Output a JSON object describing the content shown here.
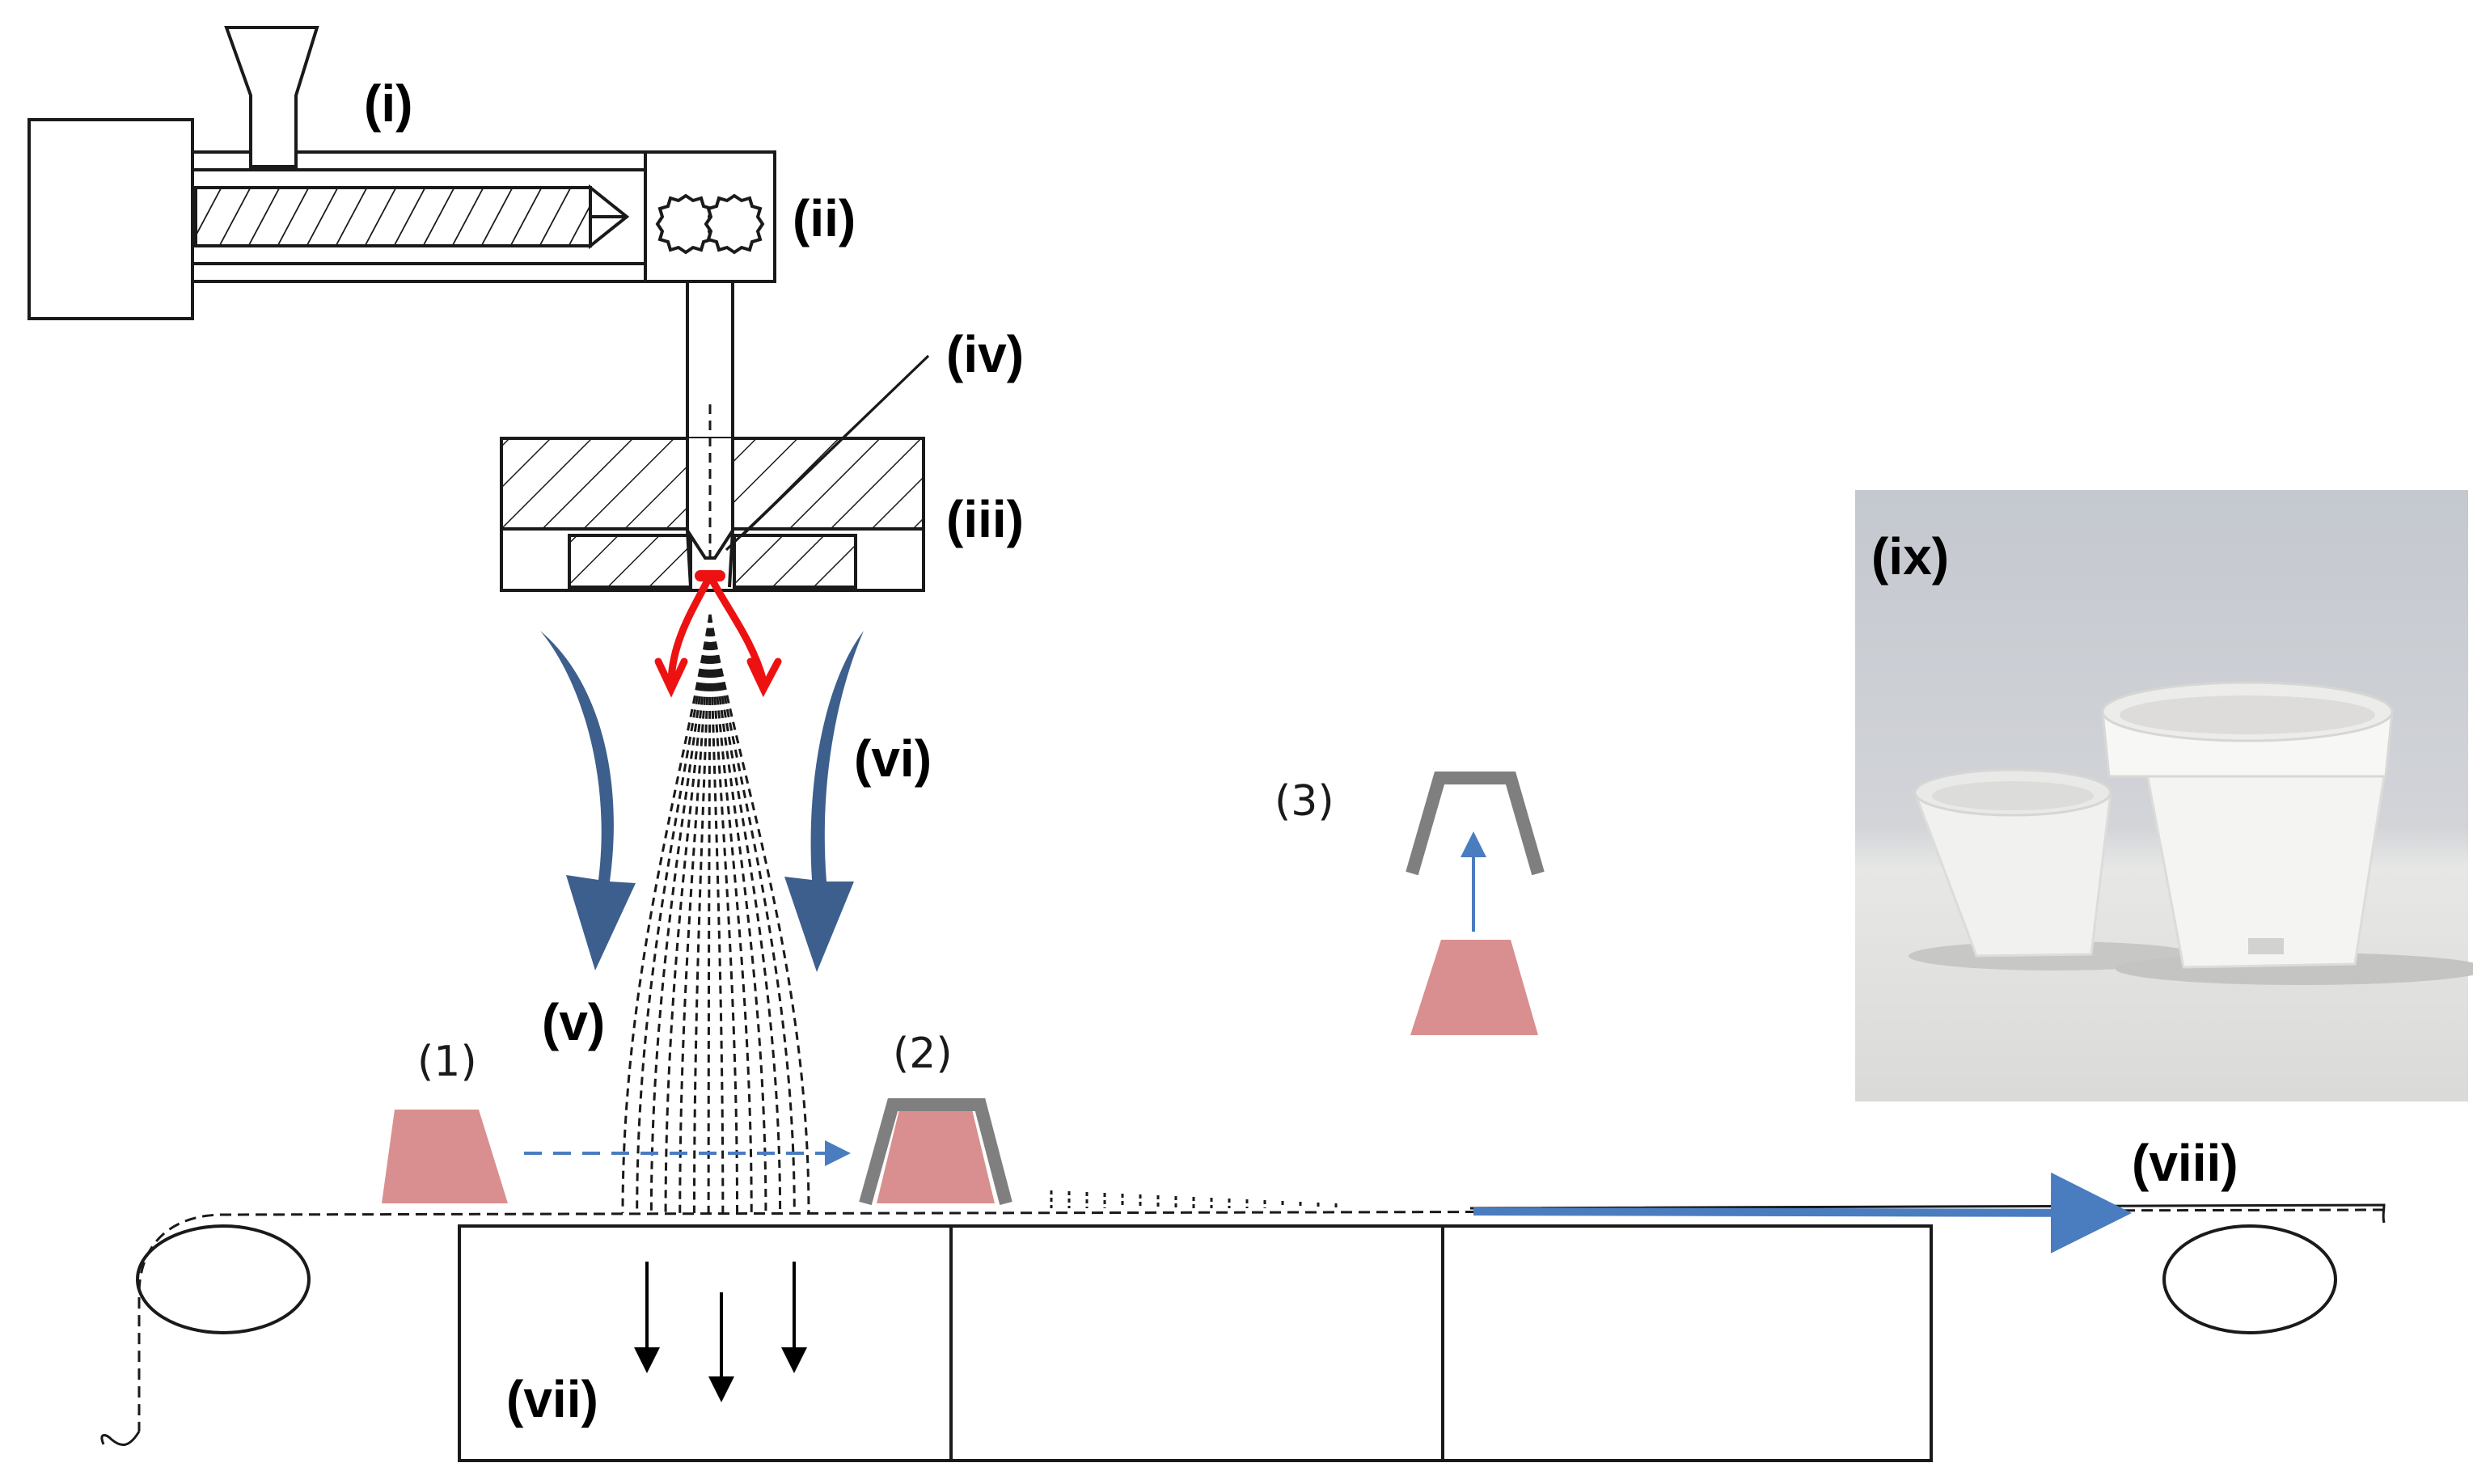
{
  "labels": {
    "i": "(i)",
    "ii": "(ii)",
    "iii": "(iii)",
    "iv": "(iv)",
    "v": "(v)",
    "vi": "(vi)",
    "vii": "(vii)",
    "viii": "(viii)",
    "ix": "(ix)"
  },
  "steps": {
    "s1": "(1)",
    "s2": "(2)",
    "s3": "(3)"
  },
  "colors": {
    "line": "#1a1a1a",
    "pot_pink": "#d98f8f",
    "cap_gray": "#7f7f7f",
    "air_arrow_blue": "#3d5f8d",
    "conveyor_arrow_blue": "#4a7cc0",
    "melt_red": "#ee1111",
    "photo_bg": "#c9ccd2"
  },
  "icons": {
    "hopper": "hopper-icon",
    "screw": "extruder-screw-icon",
    "gear_pump": "gear-pump-icon",
    "die": "spinneret-die-icon",
    "pot": "plant-pot-icon",
    "roller": "roller-icon"
  }
}
